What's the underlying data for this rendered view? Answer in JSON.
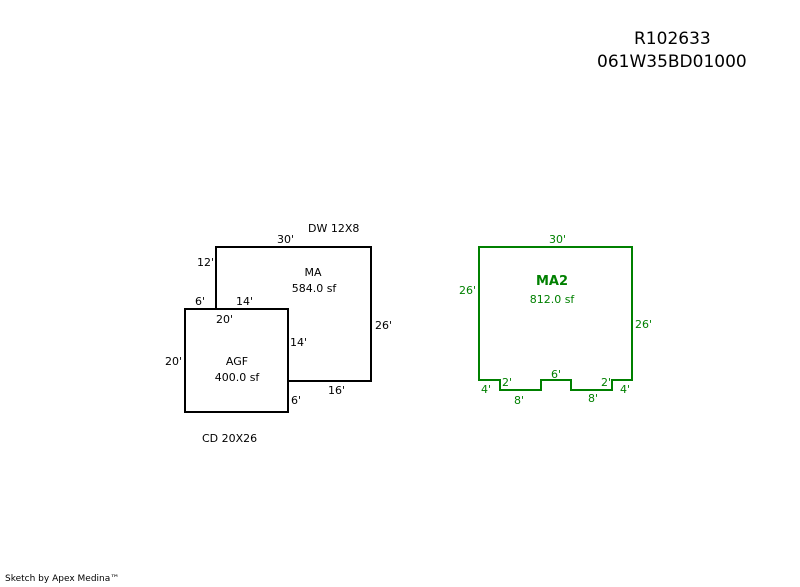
{
  "header": {
    "parcel_id": "R102633",
    "map_number": "061W35BD01000"
  },
  "sketch_left": {
    "top_label": "DW 12X8",
    "bottom_label": "CD 20X26",
    "areas": [
      {
        "code": "MA",
        "area": "584.0 sf"
      },
      {
        "code": "AGF",
        "area": "400.0 sf"
      }
    ],
    "dims": [
      "30'",
      "12'",
      "6'",
      "14'",
      "20'",
      "14'",
      "26'",
      "20'",
      "16'",
      "6'"
    ]
  },
  "sketch_right": {
    "area": {
      "code": "MA2",
      "area": "812.0 sf"
    },
    "dims": [
      "30'",
      "26'",
      "26'",
      "4'",
      "2'",
      "8'",
      "6'",
      "8'",
      "2'",
      "4'"
    ]
  },
  "footer": {
    "credit": "Sketch by Apex Medina™"
  },
  "colors": {
    "left_outline": "#000000",
    "right_outline": "#008000"
  }
}
